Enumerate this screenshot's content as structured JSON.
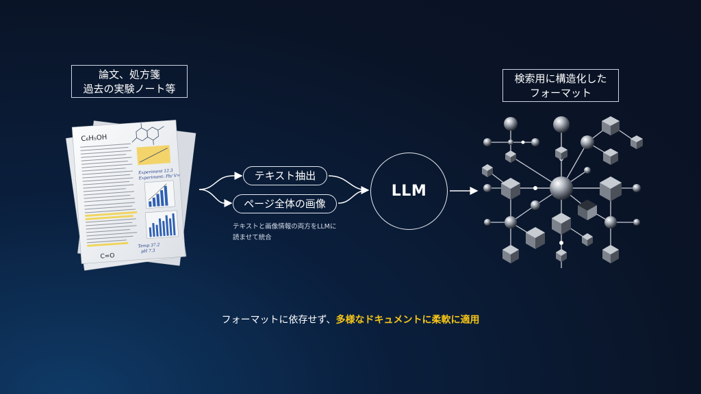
{
  "source_label": {
    "line1": "論文、処方箋",
    "line2": "過去の実験ノート等"
  },
  "output_label": {
    "line1": "検索用に構造化した",
    "line2": "フォーマット"
  },
  "doc": {
    "formula_top": "C₆H₅OH",
    "formula_bottom": "C=O",
    "note1": "Experiment 12.3",
    "note2": "Experiment: Pb/ V=",
    "note3": "Temp 37.2",
    "note4": "pH 7.3"
  },
  "pills": {
    "text_extract": "テキスト抽出",
    "page_image": "ページ全体の画像"
  },
  "note": {
    "line1": "テキストと画像情報の両方をLLMに",
    "line2": "読ませて統合"
  },
  "llm_label": "LLM",
  "footer": {
    "normal": "フォーマットに依存せず、",
    "highlight": "多様なドキュメントに柔軟に適用"
  },
  "colors": {
    "accent": "#f5c518",
    "line": "#e6ebf2",
    "background": "#0a1427"
  }
}
